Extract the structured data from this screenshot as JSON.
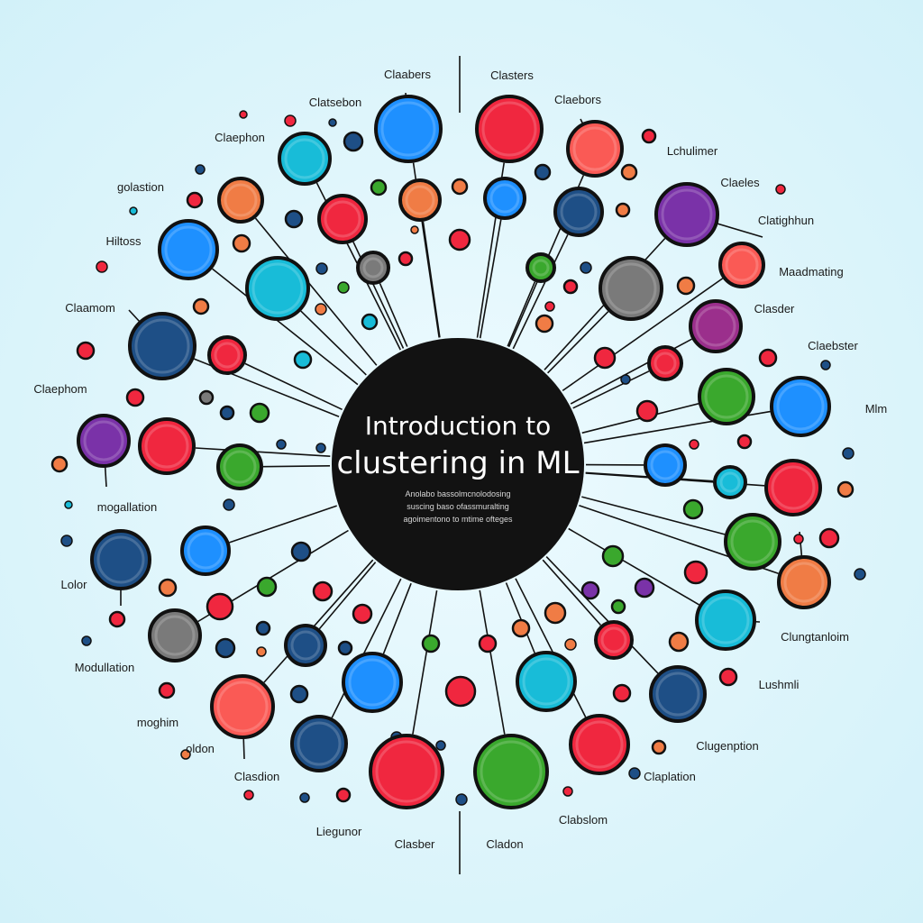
{
  "hub": {
    "title_line1": "Introduction to",
    "title_line2": "clustering in ML",
    "sub_line1": "Anolabo bassolmcnolodosing",
    "sub_line2": "suscing baso ofassmuralting",
    "sub_line3": "agoimentono to mtime ofteges"
  },
  "labels": [
    "Claabers",
    "Clasters",
    "Clatsebon",
    "Claebors",
    "Claephon",
    "Lchulimer",
    "golastion",
    "Claeles",
    "Hiltoss",
    "Clatighhun",
    "Maadmating",
    "Claamom",
    "Clasder",
    "Claephom",
    "Claebster",
    "Mlm",
    "mogallation",
    "Lolor",
    "Modullation",
    "Clungtanloim",
    "Lushmli",
    "moghim",
    "Clugenption",
    "oldon",
    "Clasdion",
    "Claplation",
    "Liegunor",
    "Clasber",
    "Cladon",
    "Clabslom"
  ],
  "colors": {
    "blue": "#1e90ff",
    "red": "#f0273f",
    "cyan": "#18bcd8",
    "orange": "#f07c45",
    "navy": "#1e4f86",
    "purple": "#7a32a8",
    "green": "#3aa82d",
    "gray": "#7a7a7a",
    "coral": "#fa5a55",
    "magenta": "#9b2f8c",
    "hub": "#121212",
    "stroke": "#111111"
  }
}
